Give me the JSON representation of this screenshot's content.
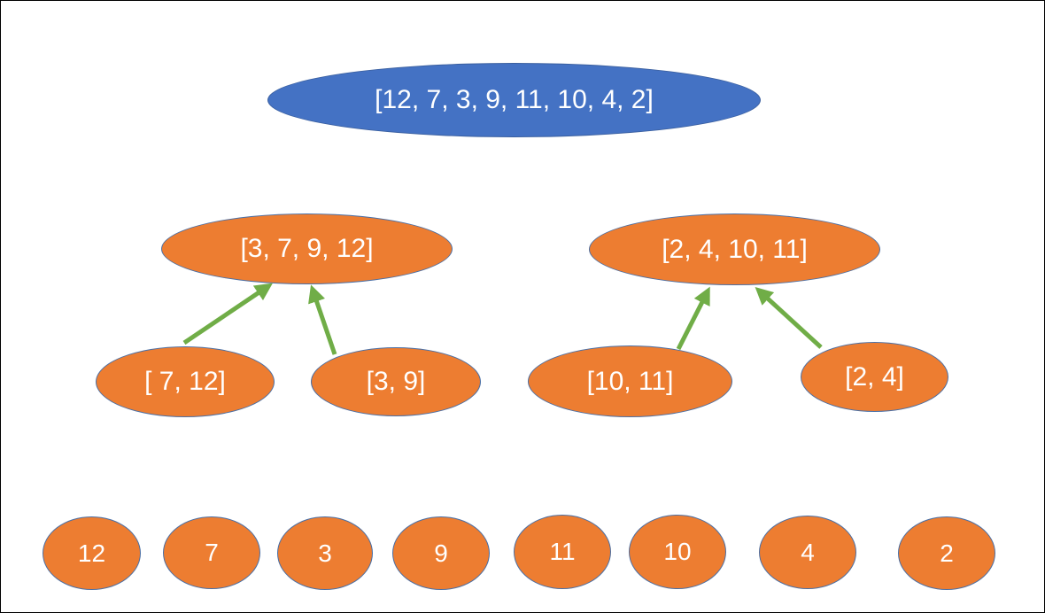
{
  "colors": {
    "root_fill": "#4472C4",
    "node_fill": "#ED7D31",
    "arrow": "#70AD47",
    "text": "#ffffff"
  },
  "root": {
    "label": "[12, 7, 3, 9, 11, 10, 4, 2]"
  },
  "level1": {
    "left": {
      "label": "[3, 7, 9, 12]"
    },
    "right": {
      "label": "[2, 4, 10, 11]"
    }
  },
  "level2": [
    {
      "label": "[ 7, 12]"
    },
    {
      "label": "[3, 9]"
    },
    {
      "label": "[10, 11]"
    },
    {
      "label": "[2, 4]"
    }
  ],
  "leaves": [
    {
      "label": "12"
    },
    {
      "label": "7"
    },
    {
      "label": "3"
    },
    {
      "label": "9"
    },
    {
      "label": "11"
    },
    {
      "label": "10"
    },
    {
      "label": "4"
    },
    {
      "label": "2"
    }
  ]
}
